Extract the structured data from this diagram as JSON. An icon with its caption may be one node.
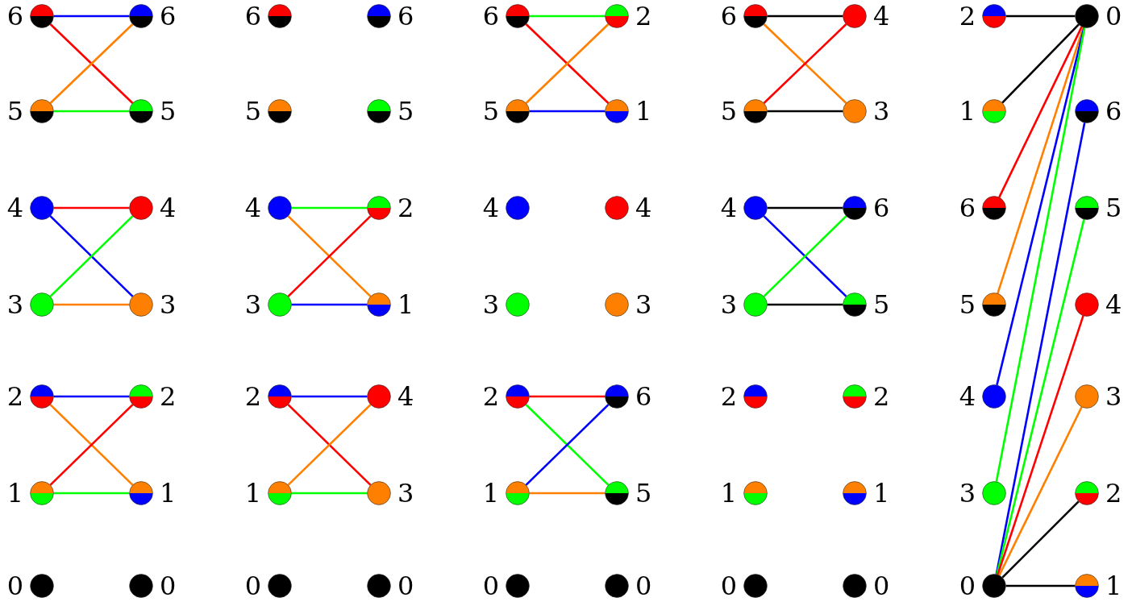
{
  "diagram": {
    "nodes": [
      {
        "text": [],
        "shape": "circle",
        "beside": [
          "6"
        ]
      },
      {
        "text": [],
        "shape": "circle",
        "beside": [
          "6"
        ]
      },
      {
        "text": [],
        "shape": "circle",
        "beside": [
          "5"
        ]
      },
      {
        "text": [],
        "shape": "circle",
        "beside": [
          "5"
        ]
      },
      {
        "text": [],
        "shape": "circle",
        "beside": [
          "4"
        ]
      },
      {
        "text": [],
        "shape": "circle",
        "beside": [
          "4"
        ]
      },
      {
        "text": [],
        "shape": "circle",
        "beside": [
          "3"
        ]
      },
      {
        "text": [],
        "shape": "circle",
        "beside": [
          "3"
        ]
      },
      {
        "text": [],
        "shape": "circle",
        "beside": [
          "2"
        ]
      },
      {
        "text": [],
        "shape": "circle",
        "beside": [
          "2"
        ]
      },
      {
        "text": [],
        "shape": "circle",
        "beside": [
          "1"
        ]
      },
      {
        "text": [],
        "shape": "circle",
        "beside": [
          "1"
        ]
      },
      {
        "text": [],
        "shape": "circle",
        "beside": [
          "0"
        ]
      },
      {
        "text": [],
        "shape": "circle",
        "beside": [
          "0"
        ]
      },
      {
        "text": [],
        "shape": "circle",
        "beside": [
          "6"
        ]
      },
      {
        "text": [],
        "shape": "circle",
        "beside": [
          "6"
        ]
      },
      {
        "text": [],
        "shape": "circle",
        "beside": [
          "5"
        ]
      },
      {
        "text": [],
        "shape": "circle",
        "beside": [
          "5"
        ]
      },
      {
        "text": [],
        "shape": "circle",
        "beside": [
          "4"
        ]
      },
      {
        "text": [],
        "shape": "circle",
        "beside": [
          "2"
        ]
      },
      {
        "text": [],
        "shape": "circle",
        "beside": [
          "3"
        ]
      },
      {
        "text": [],
        "shape": "circle",
        "beside": [
          "1"
        ]
      },
      {
        "text": [],
        "shape": "circle",
        "beside": [
          "2"
        ]
      },
      {
        "text": [],
        "shape": "circle",
        "beside": [
          "4"
        ]
      },
      {
        "text": [],
        "shape": "circle",
        "beside": [
          "1"
        ]
      },
      {
        "text": [],
        "shape": "circle",
        "beside": [
          "3"
        ]
      },
      {
        "text": [],
        "shape": "circle",
        "beside": [
          "0"
        ]
      },
      {
        "text": [],
        "shape": "circle",
        "beside": [
          "0"
        ]
      },
      {
        "text": [],
        "shape": "circle",
        "beside": [
          "6"
        ]
      },
      {
        "text": [],
        "shape": "circle",
        "beside": [
          "2"
        ]
      },
      {
        "text": [],
        "shape": "circle",
        "beside": [
          "5"
        ]
      },
      {
        "text": [],
        "shape": "circle",
        "beside": [
          "1"
        ]
      },
      {
        "text": [],
        "shape": "circle",
        "beside": [
          "4"
        ]
      },
      {
        "text": [],
        "shape": "circle",
        "beside": [
          "4"
        ]
      },
      {
        "text": [],
        "shape": "circle",
        "beside": [
          "3"
        ]
      },
      {
        "text": [],
        "shape": "circle",
        "beside": [
          "3"
        ]
      },
      {
        "text": [],
        "shape": "circle",
        "beside": [
          "2"
        ]
      },
      {
        "text": [],
        "shape": "circle",
        "beside": [
          "6"
        ]
      },
      {
        "text": [],
        "shape": "circle",
        "beside": [
          "1"
        ]
      },
      {
        "text": [],
        "shape": "circle",
        "beside": [
          "5"
        ]
      },
      {
        "text": [],
        "shape": "circle",
        "beside": [
          "0"
        ]
      },
      {
        "text": [],
        "shape": "circle",
        "beside": [
          "0"
        ]
      },
      {
        "text": [],
        "shape": "circle",
        "beside": [
          "6"
        ]
      },
      {
        "text": [],
        "shape": "circle",
        "beside": [
          "4"
        ]
      },
      {
        "text": [],
        "shape": "circle",
        "beside": [
          "5"
        ]
      },
      {
        "text": [],
        "shape": "circle",
        "beside": [
          "3"
        ]
      },
      {
        "text": [],
        "shape": "circle",
        "beside": [
          "4"
        ]
      },
      {
        "text": [],
        "shape": "circle",
        "beside": [
          "6"
        ]
      },
      {
        "text": [],
        "shape": "circle",
        "beside": [
          "3"
        ]
      },
      {
        "text": [],
        "shape": "circle",
        "beside": [
          "5"
        ]
      },
      {
        "text": [],
        "shape": "circle",
        "beside": [
          "2"
        ]
      },
      {
        "text": [],
        "shape": "circle",
        "beside": [
          "2"
        ]
      },
      {
        "text": [],
        "shape": "circle",
        "beside": [
          "1"
        ]
      },
      {
        "text": [],
        "shape": "circle",
        "beside": [
          "1"
        ]
      },
      {
        "text": [],
        "shape": "circle",
        "beside": [
          "0"
        ]
      },
      {
        "text": [],
        "shape": "circle",
        "beside": [
          "0"
        ]
      },
      {
        "text": [],
        "shape": "circle",
        "beside": [
          "2"
        ]
      },
      {
        "text": [],
        "shape": "circle",
        "beside": [
          "0"
        ]
      },
      {
        "text": [],
        "shape": "circle",
        "beside": [
          "1"
        ]
      },
      {
        "text": [],
        "shape": "circle",
        "beside": [
          "6"
        ]
      },
      {
        "text": [],
        "shape": "circle",
        "beside": [
          "6"
        ]
      },
      {
        "text": [],
        "shape": "circle",
        "beside": [
          "5"
        ]
      },
      {
        "text": [],
        "shape": "circle",
        "beside": [
          "5"
        ]
      },
      {
        "text": [],
        "shape": "circle",
        "beside": [
          "4"
        ]
      },
      {
        "text": [],
        "shape": "circle",
        "beside": [
          "4"
        ]
      },
      {
        "text": [],
        "shape": "circle",
        "beside": [
          "3"
        ]
      },
      {
        "text": [],
        "shape": "circle",
        "beside": [
          "3"
        ]
      },
      {
        "text": [],
        "shape": "circle",
        "beside": [
          "2"
        ]
      },
      {
        "text": [],
        "shape": "circle",
        "beside": [
          "0"
        ]
      },
      {
        "text": [],
        "shape": "circle",
        "beside": [
          "1"
        ]
      }
    ],
    "edges": [
      {
        "from": 0,
        "to": 1,
        "arrow": "none",
        "color": "#0000ff"
      },
      {
        "from": 0,
        "to": 3,
        "arrow": "none",
        "color": "#ff0000"
      },
      {
        "from": 2,
        "to": 1,
        "arrow": "none",
        "color": "#ff8000"
      },
      {
        "from": 2,
        "to": 3,
        "arrow": "none",
        "color": "#00ff00"
      },
      {
        "from": 4,
        "to": 5,
        "arrow": "none",
        "color": "#ff0000"
      },
      {
        "from": 4,
        "to": 7,
        "arrow": "none",
        "color": "#0000ff"
      },
      {
        "from": 6,
        "to": 5,
        "arrow": "none",
        "color": "#00ff00"
      },
      {
        "from": 6,
        "to": 7,
        "arrow": "none",
        "color": "#ff8000"
      },
      {
        "from": 8,
        "to": 9,
        "arrow": "none",
        "color": "#0000ff"
      },
      {
        "from": 8,
        "to": 11,
        "arrow": "none",
        "color": "#ff8000"
      },
      {
        "from": 10,
        "to": 9,
        "arrow": "none",
        "color": "#ff0000"
      },
      {
        "from": 10,
        "to": 11,
        "arrow": "none",
        "color": "#00ff00"
      },
      {
        "from": 18,
        "to": 19,
        "arrow": "none",
        "color": "#00ff00"
      },
      {
        "from": 18,
        "to": 21,
        "arrow": "none",
        "color": "#ff8000"
      },
      {
        "from": 20,
        "to": 19,
        "arrow": "none",
        "color": "#ff0000"
      },
      {
        "from": 20,
        "to": 21,
        "arrow": "none",
        "color": "#0000ff"
      },
      {
        "from": 22,
        "to": 23,
        "arrow": "none",
        "color": "#0000ff"
      },
      {
        "from": 22,
        "to": 25,
        "arrow": "none",
        "color": "#ff0000"
      },
      {
        "from": 24,
        "to": 23,
        "arrow": "none",
        "color": "#ff8000"
      },
      {
        "from": 24,
        "to": 25,
        "arrow": "none",
        "color": "#00ff00"
      },
      {
        "from": 28,
        "to": 29,
        "arrow": "none",
        "color": "#00ff00"
      },
      {
        "from": 28,
        "to": 31,
        "arrow": "none",
        "color": "#ff0000"
      },
      {
        "from": 30,
        "to": 29,
        "arrow": "none",
        "color": "#ff8000"
      },
      {
        "from": 30,
        "to": 31,
        "arrow": "none",
        "color": "#0000ff"
      },
      {
        "from": 36,
        "to": 37,
        "arrow": "none",
        "color": "#ff0000"
      },
      {
        "from": 36,
        "to": 39,
        "arrow": "none",
        "color": "#00ff00"
      },
      {
        "from": 38,
        "to": 37,
        "arrow": "none",
        "color": "#0000ff"
      },
      {
        "from": 38,
        "to": 39,
        "arrow": "none",
        "color": "#ff8000"
      },
      {
        "from": 42,
        "to": 43,
        "arrow": "none",
        "color": "#000000"
      },
      {
        "from": 42,
        "to": 45,
        "arrow": "none",
        "color": "#ff8000"
      },
      {
        "from": 44,
        "to": 43,
        "arrow": "none",
        "color": "#ff0000"
      },
      {
        "from": 44,
        "to": 45,
        "arrow": "none",
        "color": "#000000"
      },
      {
        "from": 46,
        "to": 47,
        "arrow": "none",
        "color": "#000000"
      },
      {
        "from": 46,
        "to": 49,
        "arrow": "none",
        "color": "#0000ff"
      },
      {
        "from": 48,
        "to": 47,
        "arrow": "none",
        "color": "#00ff00"
      },
      {
        "from": 48,
        "to": 49,
        "arrow": "none",
        "color": "#000000"
      },
      {
        "from": 56,
        "to": 57,
        "arrow": "none",
        "color": "#000000"
      },
      {
        "from": 58,
        "to": 57,
        "arrow": "none",
        "color": "#000000"
      },
      {
        "from": 60,
        "to": 57,
        "arrow": "none",
        "color": "#ff0000"
      },
      {
        "from": 62,
        "to": 57,
        "arrow": "none",
        "color": "#ff8000"
      },
      {
        "from": 64,
        "to": 57,
        "arrow": "none",
        "color": "#0000ff"
      },
      {
        "from": 66,
        "to": 57,
        "arrow": "none",
        "color": "#00ff00"
      },
      {
        "from": 68,
        "to": 59,
        "arrow": "none",
        "color": "#0000ff"
      },
      {
        "from": 68,
        "to": 61,
        "arrow": "none",
        "color": "#00ff00"
      },
      {
        "from": 68,
        "to": 63,
        "arrow": "none",
        "color": "#ff0000"
      },
      {
        "from": 68,
        "to": 65,
        "arrow": "none",
        "color": "#ff8000"
      },
      {
        "from": 68,
        "to": 67,
        "arrow": "none",
        "color": "#000000"
      },
      {
        "from": 68,
        "to": 69,
        "arrow": "none",
        "color": "#000000"
      }
    ]
  }
}
